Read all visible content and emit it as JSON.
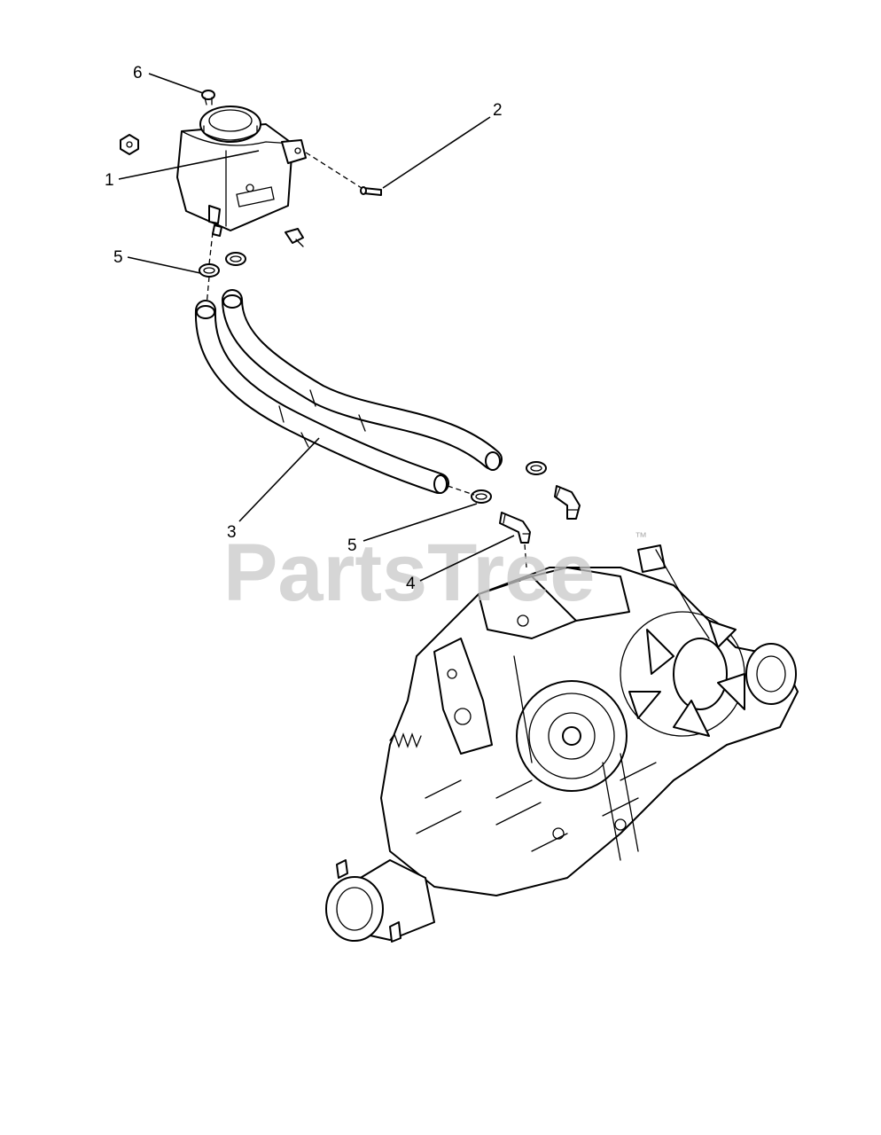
{
  "watermark": {
    "brand": "PartsTree",
    "trademark": "™"
  },
  "callouts": [
    {
      "id": "c6",
      "label": "6"
    },
    {
      "id": "c2",
      "label": "2"
    },
    {
      "id": "c1",
      "label": "1"
    },
    {
      "id": "c5a",
      "label": "5"
    },
    {
      "id": "c3",
      "label": "3"
    },
    {
      "id": "c5b",
      "label": "5"
    },
    {
      "id": "c4",
      "label": "4"
    }
  ]
}
